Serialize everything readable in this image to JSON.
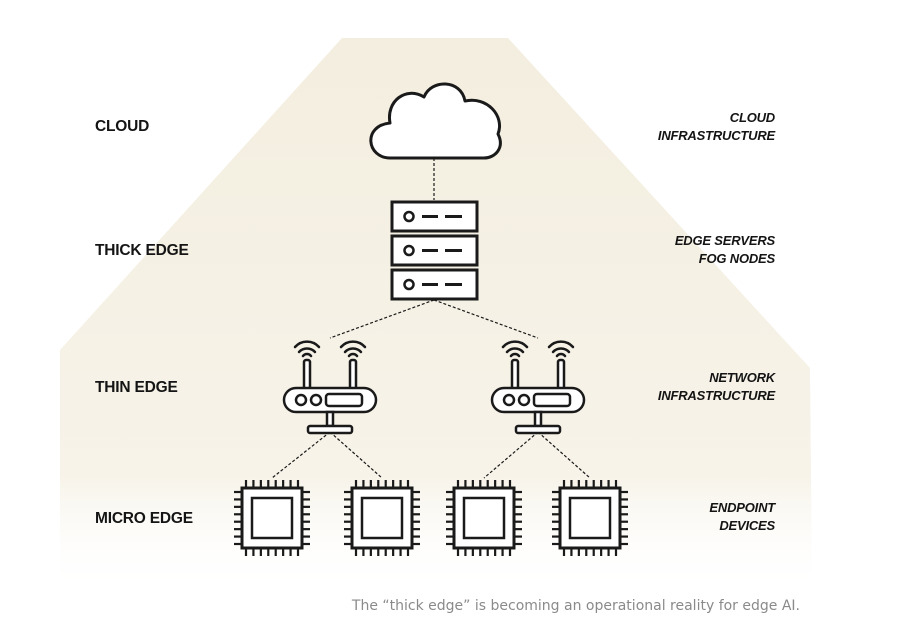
{
  "tiers": [
    {
      "left_label": "CLOUD",
      "right_label": [
        "CLOUD",
        "INFRASTRUCTURE"
      ]
    },
    {
      "left_label": "THICK EDGE",
      "right_label": [
        "EDGE SERVERS",
        "FOG NODES"
      ]
    },
    {
      "left_label": "THIN EDGE",
      "right_label": [
        "NETWORK",
        "INFRASTRUCTURE"
      ]
    },
    {
      "left_label": "MICRO EDGE",
      "right_label": [
        "ENDPOINT",
        "DEVICES"
      ]
    }
  ],
  "caption": "The “thick edge” is becoming an operational reality for edge AI.",
  "colors": {
    "background_tint": "#f4efe0",
    "stroke": "#1a1a1a",
    "caption": "#8a8a8a"
  },
  "icons": [
    "cloud-icon",
    "server-rack-icon",
    "wifi-router-icon",
    "chip-icon"
  ]
}
